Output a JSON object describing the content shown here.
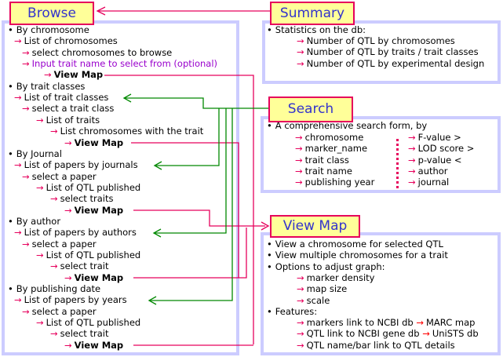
{
  "colors": {
    "title_bg": "#ffff99",
    "title_border": "#e6005c",
    "title_text": "#3333cc",
    "frame_border": "#ccccff",
    "arrow_pink": "#e6005c",
    "connector_green": "#008800",
    "purple_text": "#9900cc"
  },
  "browse": {
    "title": "Browse",
    "lines": [
      {
        "level": 0,
        "bullet": "•",
        "text": "By chromosome"
      },
      {
        "level": 1,
        "arrow": "→",
        "text": "List of chromosomes"
      },
      {
        "level": 2,
        "arrow": "→",
        "text": "select chromosomes to browse"
      },
      {
        "level": 2,
        "arrow": "→",
        "text": "Input trait name to select from (optional)",
        "style": "purple"
      },
      {
        "level": 4,
        "arrow": "→",
        "text": "View Map",
        "style": "bold"
      },
      {
        "level": 0,
        "bullet": "•",
        "text": "By trait classes"
      },
      {
        "level": 1,
        "arrow": "→",
        "text": "List of trait classes"
      },
      {
        "level": 2,
        "arrow": "→",
        "text": "select a trait class"
      },
      {
        "level": 3,
        "arrow": "→",
        "text": "List of traits"
      },
      {
        "level": 4,
        "arrow": "→",
        "text": "List chromosomes with the trait"
      },
      {
        "level": 5,
        "arrow": "→",
        "text": "View Map",
        "style": "bold"
      },
      {
        "level": 0,
        "bullet": "•",
        "text": "By Journal"
      },
      {
        "level": 1,
        "arrow": "→",
        "text": "List of papers by journals"
      },
      {
        "level": 2,
        "arrow": "→",
        "text": "select a paper"
      },
      {
        "level": 3,
        "arrow": "→",
        "text": "List of QTL published"
      },
      {
        "level": 4,
        "arrow": "→",
        "text": "select traits"
      },
      {
        "level": 5,
        "arrow": "→",
        "text": "View Map",
        "style": "bold"
      },
      {
        "level": 0,
        "bullet": "•",
        "text": "By author"
      },
      {
        "level": 1,
        "arrow": "→",
        "text": "List of papers by authors"
      },
      {
        "level": 2,
        "arrow": "→",
        "text": "select a paper"
      },
      {
        "level": 3,
        "arrow": "→",
        "text": "List of QTL published"
      },
      {
        "level": 4,
        "arrow": "→",
        "text": "select trait"
      },
      {
        "level": 5,
        "arrow": "→",
        "text": "View Map",
        "style": "bold"
      },
      {
        "level": 0,
        "bullet": "•",
        "text": "By publishing date"
      },
      {
        "level": 1,
        "arrow": "→",
        "text": "List of papers by years"
      },
      {
        "level": 2,
        "arrow": "→",
        "text": "select a paper"
      },
      {
        "level": 3,
        "arrow": "→",
        "text": "List of QTL published"
      },
      {
        "level": 4,
        "arrow": "→",
        "text": "select trait"
      },
      {
        "level": 5,
        "arrow": "→",
        "text": "View Map",
        "style": "bold"
      }
    ]
  },
  "summary": {
    "title": "Summary",
    "heading": "Statistics on the db:",
    "bullet": "•",
    "arrow": "→",
    "items": [
      "Number of QTL by chromosomes",
      "Number of QTL by traits / trait classes",
      "Number of QTL by experimental design"
    ]
  },
  "search": {
    "title": "Search",
    "heading": "A comprehensive search form, by",
    "bullet": "•",
    "arrow": "→",
    "left_fields": [
      "chromosome",
      "marker_name",
      "trait class",
      "trait name",
      "publishing year"
    ],
    "right_fields": [
      "F-value >",
      "LOD score >",
      "p-value <",
      "author",
      "journal"
    ]
  },
  "viewmap": {
    "title": "View Map",
    "bullet": "•",
    "arrow": "→",
    "bullets": [
      "View a chromosome for selected QTL",
      "View multiple chromosomes for a trait",
      "Options to adjust graph:"
    ],
    "options": [
      "marker density",
      "map size",
      "scale"
    ],
    "features_heading": "Features:",
    "features": [
      {
        "text": "markers link to NCBI db",
        "link": "MARC map"
      },
      {
        "text": "QTL link to NCBI gene db",
        "link": "UniSTS db"
      },
      {
        "text": "QTL name/bar link to QTL details"
      }
    ]
  }
}
